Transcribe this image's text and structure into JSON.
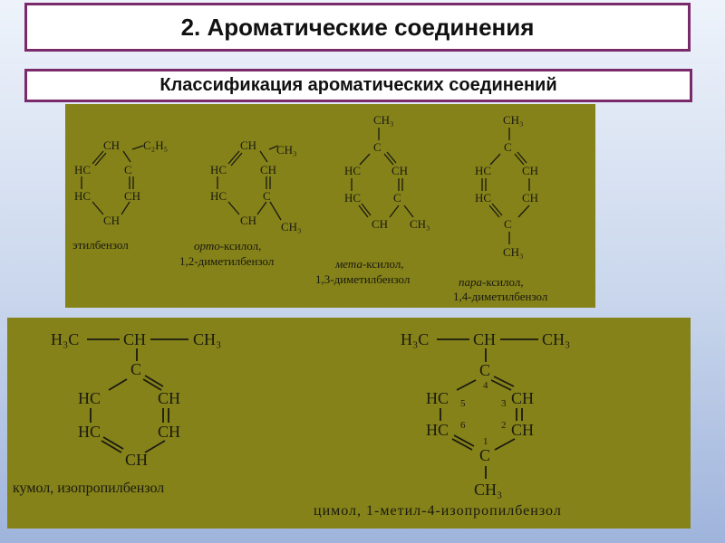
{
  "header": {
    "title": "2. Ароматические соединения",
    "subtitle": "Классификация ароматических соединений"
  },
  "top_panel": {
    "ethylbenzene": {
      "atoms": [
        "CH",
        "C₂H₅",
        "HC",
        "C",
        "HC",
        "CH",
        "CH"
      ],
      "caption": "этилбензол"
    },
    "ortho_xylene": {
      "atoms": [
        "CH",
        "CH₃",
        "HC",
        "CH",
        "HC",
        "C",
        "CH",
        "CH₃"
      ],
      "caption_italic": "орто",
      "caption_rest": "-ксилол,",
      "caption_line2": "1,2-диметилбензол"
    },
    "meta_xylene": {
      "atoms": [
        "CH₃",
        "C",
        "HC",
        "CH",
        "HC",
        "C",
        "CH",
        "CH₃"
      ],
      "caption_italic": "мета",
      "caption_rest": "-ксилол,",
      "caption_line2": "1,3-диметилбензол"
    },
    "para_xylene": {
      "atoms": [
        "CH₃",
        "C",
        "HC",
        "CH",
        "HC",
        "CH",
        "C",
        "CH₃"
      ],
      "caption_italic": "пара",
      "caption_rest": "-ксилол,",
      "caption_line2": "1,4-диметилбензол"
    }
  },
  "bottom_panel": {
    "cumene": {
      "chain": [
        "H₃C",
        "CH",
        "CH₃"
      ],
      "atoms": [
        "C",
        "HC",
        "CH",
        "HC",
        "CH",
        "CH"
      ],
      "caption": "кумол, изопропилбензол"
    },
    "cymene": {
      "chain": [
        "H₃C",
        "CH",
        "CH₃"
      ],
      "atoms": [
        "C",
        "HC",
        "CH",
        "HC",
        "CH",
        "C",
        "CH₃"
      ],
      "numbers": [
        "4",
        "5",
        "3",
        "6",
        "2",
        "1"
      ],
      "caption": "цимол, 1-метил-4-изопропилбензол"
    }
  },
  "colors": {
    "panel": "#85821a",
    "frame": "#7a2a6a",
    "ink": "#1a1a10"
  }
}
